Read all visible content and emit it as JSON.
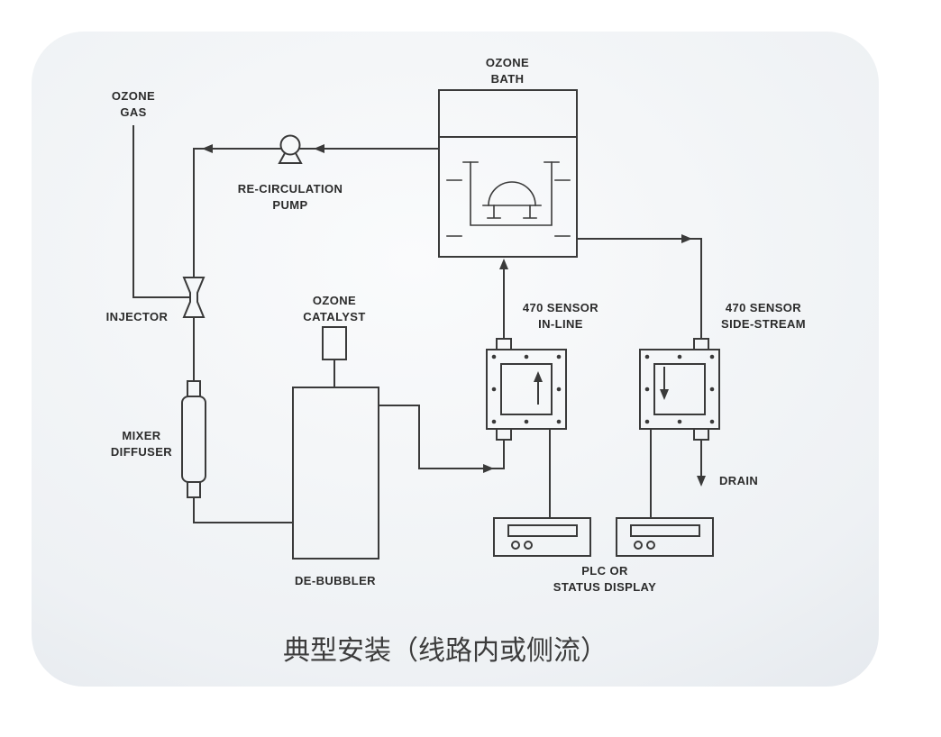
{
  "colors": {
    "line": "#3a3a3a",
    "text": "#2b2b2b"
  },
  "card": {
    "bg_light": "#fafbfc",
    "bg_dark": "#d9dee6"
  },
  "diagram": {
    "ozone_gas": {
      "line1": "OZONE",
      "line2": "GAS"
    },
    "ozone_bath": {
      "line1": "OZONE",
      "line2": "BATH"
    },
    "recirculation_pump": {
      "line1": "RE-CIRCULATION",
      "line2": "PUMP"
    },
    "injector": {
      "label": "INJECTOR"
    },
    "ozone_catalyst": {
      "line1": "OZONE",
      "line2": "CATALYST"
    },
    "mixer_diffuser": {
      "line1": "MIXER",
      "line2": "DIFFUSER"
    },
    "de_bubbler": {
      "label": "DE-BUBBLER"
    },
    "sensor_inline": {
      "line1": "470 SENSOR",
      "line2": "IN-LINE"
    },
    "sensor_sidestream": {
      "line1": "470 SENSOR",
      "line2": "SIDE-STREAM"
    },
    "drain": {
      "label": "DRAIN"
    },
    "plc_display": {
      "line1": "PLC OR",
      "line2": "STATUS DISPLAY"
    }
  },
  "caption": "典型安装（线路内或侧流）"
}
